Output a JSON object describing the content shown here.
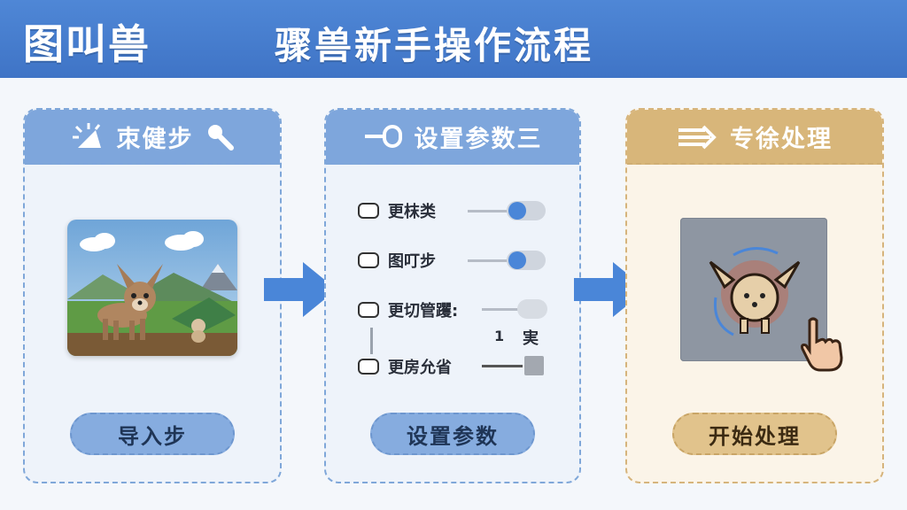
{
  "header": {
    "app_title": "图叫兽",
    "page_title": "骤兽新手操作流程"
  },
  "colors": {
    "header_blue": "#4a80d0",
    "panel_blue": "#7ea6dc",
    "panel_orange": "#d8b67a",
    "toggle_on": "#4a86d8"
  },
  "step1": {
    "title": "朿健步",
    "icons": [
      "sparkle-icon",
      "magnifier-icon"
    ],
    "button_label": "导入步"
  },
  "step2": {
    "title": "设置参数三",
    "settings": [
      {
        "label": "更枺类",
        "state": "on"
      },
      {
        "label": "图叮步",
        "state": "on"
      },
      {
        "label": "更切管躩:",
        "state": "off"
      },
      {
        "label": "更房允省",
        "state": "square"
      }
    ],
    "note_left": "1",
    "note_right": "実",
    "button_label": "设置参数"
  },
  "step3": {
    "title": "专徐处理",
    "button_label": "开始处理"
  }
}
